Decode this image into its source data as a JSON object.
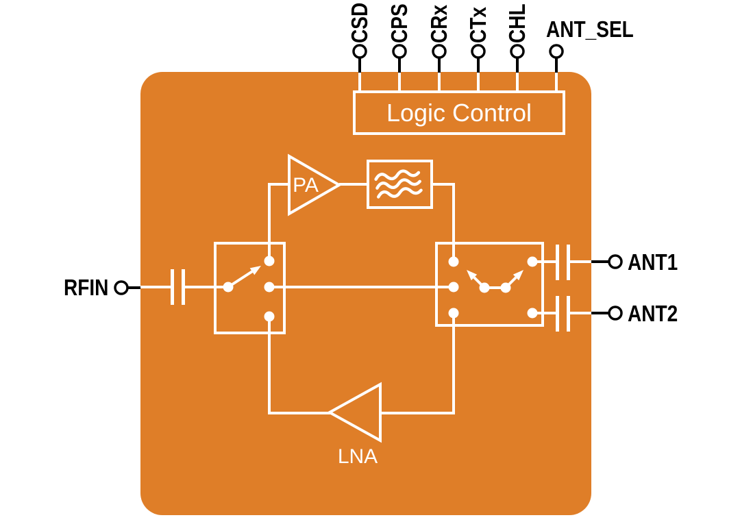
{
  "colors": {
    "chip_orange": "#DF7E28",
    "wire_white": "#FFFFFF",
    "line_black": "#000000",
    "canvas_background": "#FFFFFF"
  },
  "top_pins": {
    "pins": [
      {
        "label": "CSD"
      },
      {
        "label": "CPS"
      },
      {
        "label": "CRx"
      },
      {
        "label": "CTx"
      },
      {
        "label": "CHL"
      }
    ],
    "ant_sel": {
      "label": "ANT_SEL"
    }
  },
  "logic_control": {
    "label": "Logic Control"
  },
  "amplifiers": {
    "pa": {
      "label": "PA"
    },
    "lna": {
      "label": "LNA"
    }
  },
  "ports": {
    "rfin": {
      "label": "RFIN"
    },
    "ant1": {
      "label": "ANT1"
    },
    "ant2": {
      "label": "ANT2"
    }
  },
  "icons": {
    "terminal": "open-circle-terminal",
    "capacitor": "dc-block-capacitor",
    "filter": "bandpass-filter-waves",
    "input_switch": "sp3t-switch",
    "antenna_switch": "dpdt-switch",
    "pa": "amplifier-triangle-right",
    "lna": "amplifier-triangle-left"
  }
}
